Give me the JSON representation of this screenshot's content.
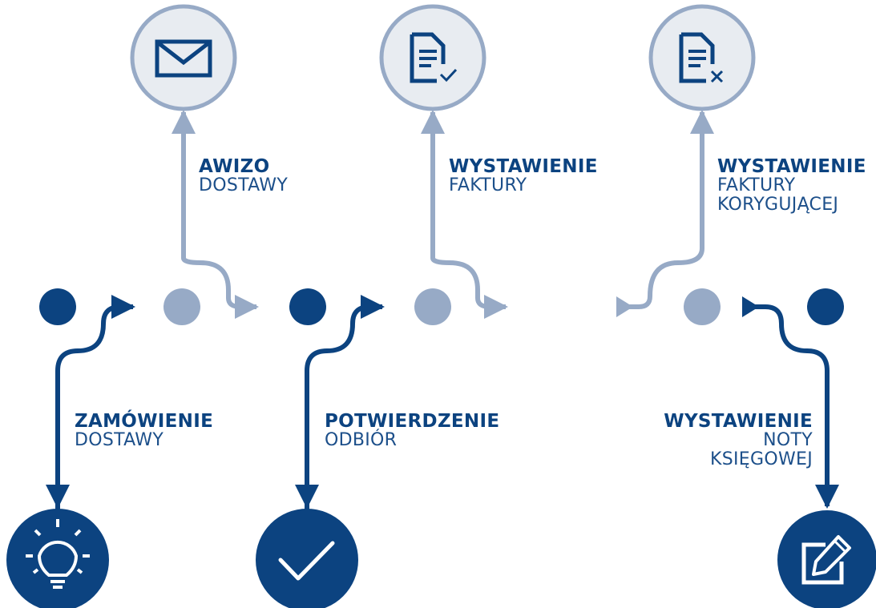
{
  "colors": {
    "dark": "#0c4380",
    "light": "#97aac6",
    "icon_bg": "#e8ecf1",
    "white": "#ffffff"
  },
  "steps": [
    {
      "id": "zamowienie",
      "title": "ZAMÓWIENIE",
      "lines": [
        "DOSTAWY"
      ],
      "icon": "lightbulb-icon",
      "tone": "dark"
    },
    {
      "id": "awizo",
      "title": "AWIZO",
      "lines": [
        "DOSTAWY"
      ],
      "icon": "envelope-icon",
      "tone": "light"
    },
    {
      "id": "potwierdzenie",
      "title": "POTWIERDZENIE",
      "lines": [
        "ODBIÓR"
      ],
      "icon": "checkmark-icon",
      "tone": "dark"
    },
    {
      "id": "faktura",
      "title": "WYSTAWIENIE",
      "lines": [
        "FAKTURY"
      ],
      "icon": "document-check-icon",
      "tone": "light"
    },
    {
      "id": "korekta",
      "title": "WYSTAWIENIE",
      "lines": [
        "FAKTURY",
        "KORYGUJĄCEJ"
      ],
      "icon": "document-cross-icon",
      "tone": "light"
    },
    {
      "id": "nota",
      "title": "WYSTAWIENIE",
      "lines": [
        "NOTY",
        "KSIĘGOWEJ"
      ],
      "icon": "edit-note-icon",
      "tone": "dark"
    }
  ]
}
